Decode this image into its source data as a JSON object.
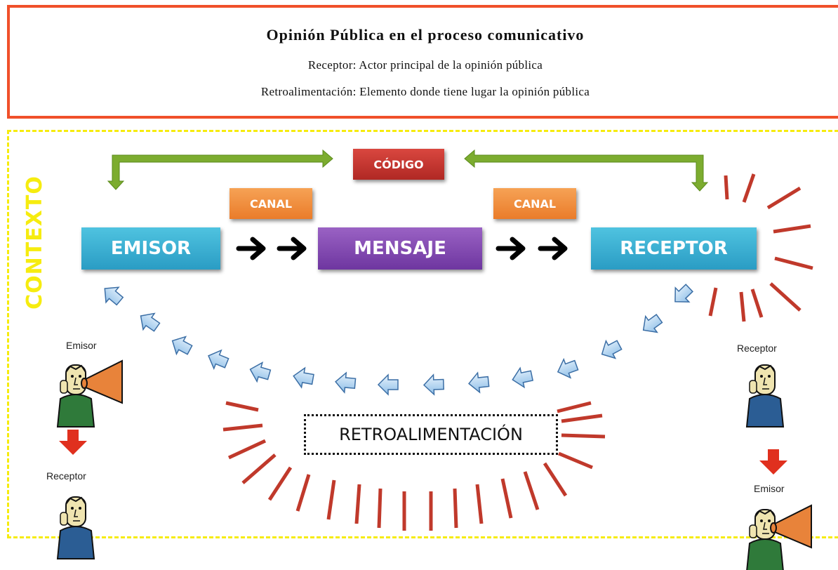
{
  "header": {
    "title": "Opinión Pública en el proceso comunicativo",
    "line1": "Receptor: Actor principal de la opinión pública",
    "line2": "Retroalimentación: Elemento donde tiene lugar la opinión pública"
  },
  "context_label": "CONTEXTO",
  "nodes": {
    "emisor": "EMISOR",
    "mensaje": "MENSAJE",
    "receptor": "RECEPTOR",
    "canal_left": "CANAL",
    "canal_right": "CANAL",
    "codigo": "CÓDIGO",
    "retroalimentacion": "RETROALIMENTACIÓN"
  },
  "figures": {
    "left_top": "Emisor",
    "left_bottom": "Receptor",
    "right_top": "Receptor",
    "right_bottom": "Emisor"
  },
  "colors": {
    "header_border": "#f0502a",
    "context_border": "#f6ec0f",
    "node_teal": "#2a9cc4",
    "node_purple": "#6e36a0",
    "canal_orange": "#ea7c2a",
    "codigo_red": "#b02824",
    "green_arrow": "#7cac2f",
    "feedback_arrow": "#a9d0f0",
    "rays": "#c0392b"
  }
}
